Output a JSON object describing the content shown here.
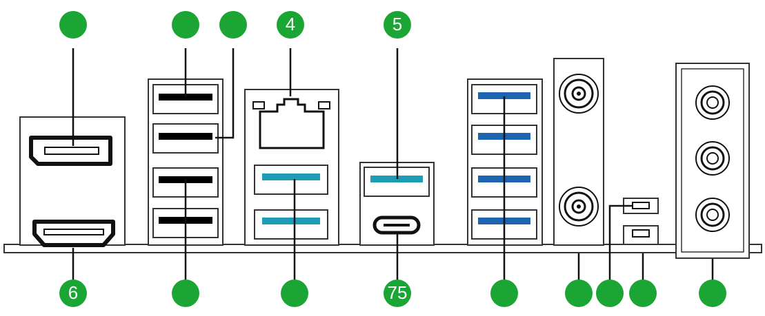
{
  "colors": {
    "callout": "#1aa535",
    "outline": "#333333",
    "panel": "#ffffff",
    "usb_slot": "#000000",
    "usb3_teal": "#1e9bb5",
    "usb3_blue": "#1c64b0"
  },
  "callouts": {
    "top": [
      {
        "id": "t1",
        "label": ""
      },
      {
        "id": "t2",
        "label": ""
      },
      {
        "id": "t3",
        "label": ""
      },
      {
        "id": "t4",
        "label": "4"
      },
      {
        "id": "t5",
        "label": "5"
      }
    ],
    "bottom": [
      {
        "id": "b1",
        "label": "6"
      },
      {
        "id": "b2",
        "label": ""
      },
      {
        "id": "b3",
        "label": ""
      },
      {
        "id": "b4",
        "label": "75"
      },
      {
        "id": "b5",
        "label": ""
      },
      {
        "id": "b6",
        "label": ""
      },
      {
        "id": "b7",
        "label": ""
      },
      {
        "id": "b8",
        "label": ""
      },
      {
        "id": "b9",
        "label": ""
      }
    ]
  },
  "ports": [
    {
      "name": "displayport",
      "icon": "displayport-icon"
    },
    {
      "name": "hdmi",
      "icon": "hdmi-icon"
    },
    {
      "name": "usb2-stack",
      "icon": "usb-a-icon"
    },
    {
      "name": "rj45-lan",
      "icon": "ethernet-icon"
    },
    {
      "name": "usb3-teal-pair",
      "icon": "usb-a-icon"
    },
    {
      "name": "usb3-usbc-stack",
      "icon": "usb-c-icon"
    },
    {
      "name": "usb3-blue-stack",
      "icon": "usb-a-icon"
    },
    {
      "name": "wifi-antenna-pair",
      "icon": "antenna-icon"
    },
    {
      "name": "buttons",
      "icon": "button-icon"
    },
    {
      "name": "audio-jacks",
      "icon": "audio-jack-icon"
    }
  ]
}
